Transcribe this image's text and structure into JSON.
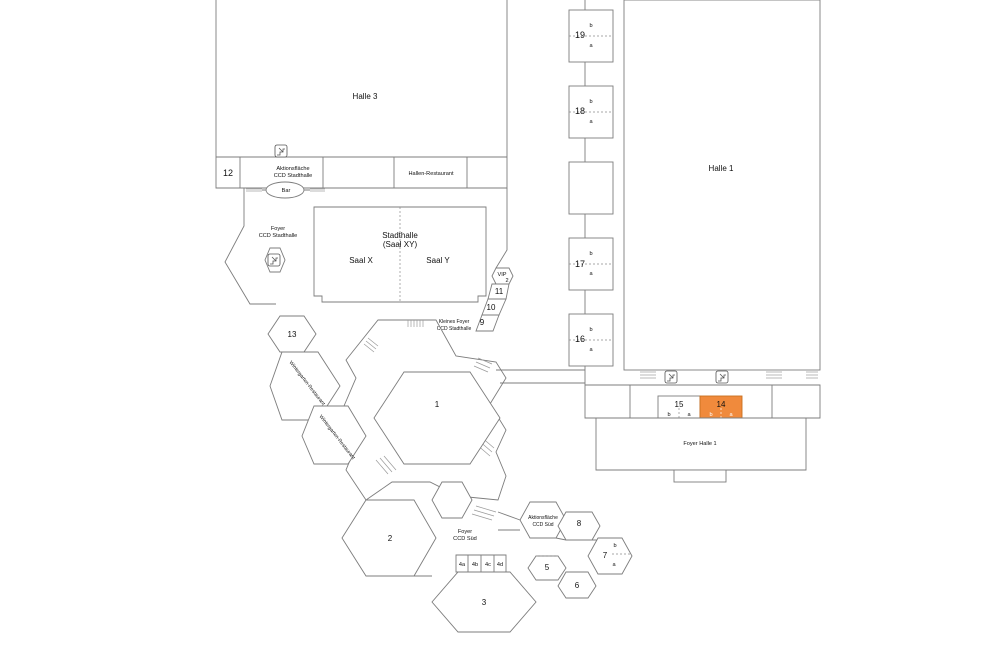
{
  "halls": {
    "halle3": "Halle 3",
    "halle1": "Halle 1",
    "stadthalle": "Stadthalle",
    "stadthalle_sub": "(Saal XY)",
    "saal_x": "Saal X",
    "saal_y": "Saal Y"
  },
  "areas": {
    "aktionsflaeche_stadthalle_1": "Aktionsfläche",
    "aktionsflaeche_stadthalle_2": "CCD Stadthalle",
    "hallen_restaurant": "Hallen-Restaurant",
    "bar": "Bar",
    "foyer_stadthalle_1": "Foyer",
    "foyer_stadthalle_2": "CCD Stadthalle",
    "kleines_foyer_1": "Kleines Foyer",
    "kleines_foyer_2": "CCD Stadthalle",
    "wintergarten_1": "Wintergarten-Restaurant",
    "wintergarten_2": "Wintergarten-Restaurant",
    "foyer_sued_1": "Foyer",
    "foyer_sued_2": "CCD Süd",
    "aktionsflaeche_sued_1": "Aktionsfläche",
    "aktionsflaeche_sued_2": "CCD Süd",
    "foyer_halle1": "Foyer Halle 1"
  },
  "rooms": {
    "r1": "1",
    "r2": "2",
    "r3": "3",
    "r4a": "4a",
    "r4b": "4b",
    "r4c": "4c",
    "r4d": "4d",
    "r5": "5",
    "r6": "6",
    "r7": "7",
    "r8": "8",
    "r9": "9",
    "r10": "10",
    "r11": "11",
    "r12": "12",
    "r13": "13",
    "r14": "14",
    "r15": "15",
    "r16": "16",
    "r17": "17",
    "r18": "18",
    "r19": "19",
    "vip": "VIP",
    "vip2": "2",
    "a": "a",
    "b": "b"
  },
  "icons": [
    "stairs-icon"
  ],
  "colors": {
    "highlight": "#f08a3c",
    "line": "#7d7d7d"
  },
  "highlighted_room": "14"
}
